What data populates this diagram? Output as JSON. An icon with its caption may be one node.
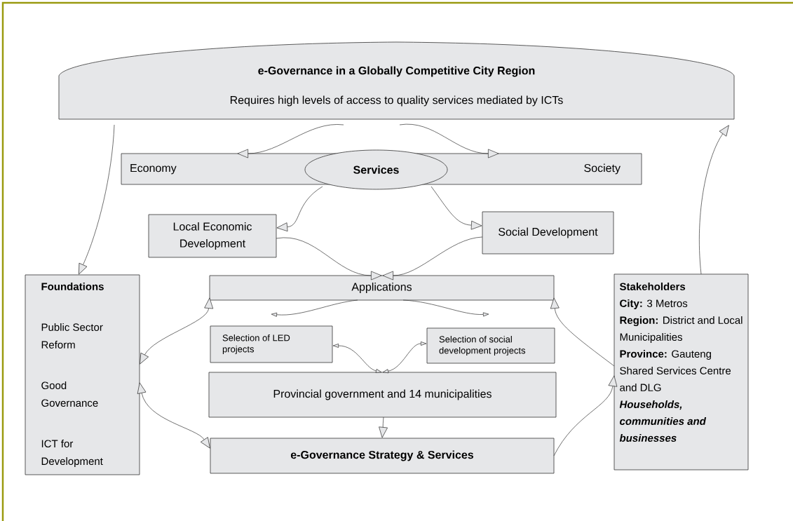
{
  "diagram": {
    "nodes": [
      {
        "text": [
          "e-Governance in a Globally Competitive City Region",
          "Requires high levels of access to quality services mediated by ICTs"
        ]
      },
      {
        "text": [
          "Economy",
          "Society"
        ]
      },
      {
        "text": [
          "Services"
        ]
      },
      {
        "text": [
          "Local Economic Development"
        ]
      },
      {
        "text": [
          "Social Development"
        ]
      },
      {
        "text": [
          "Applications"
        ]
      },
      {
        "text": [
          "Selection of LED projects"
        ]
      },
      {
        "text": [
          "Selection of social development projects"
        ]
      },
      {
        "text": [
          "Provincial government and 14 municipalities"
        ]
      },
      {
        "text": [
          "e-Governance Strategy & Services"
        ]
      },
      {
        "text": [
          "Foundations",
          "Public Sector Reform",
          "Good Governance",
          "ICT for Development"
        ]
      },
      {
        "text": [
          "Stakeholders",
          "**City:** 3 Metros",
          "**Region:** District and Local Municipalities",
          "**Province:** Gauteng Shared Services Centre and DLG",
          "Households, communities and businesses"
        ]
      }
    ],
    "edges": [
      {
        "from": 0,
        "to": 10,
        "arrow": "to"
      },
      {
        "from": 11,
        "to": 0,
        "arrow": "to"
      },
      {
        "from": 0,
        "to": 1,
        "arrow": "to"
      },
      {
        "from": 0,
        "to": 1,
        "arrow": "to"
      },
      {
        "from": 2,
        "to": 3,
        "arrow": "to"
      },
      {
        "from": 2,
        "to": 4,
        "arrow": "to"
      },
      {
        "from": 3,
        "to": 5,
        "arrow": "to"
      },
      {
        "from": 4,
        "to": 5,
        "arrow": "to"
      },
      {
        "from": 5,
        "to": null,
        "arrow": "to"
      },
      {
        "from": 5,
        "to": null,
        "arrow": "to"
      },
      {
        "from": 8,
        "to": 6,
        "arrow": "both"
      },
      {
        "from": 8,
        "to": 7,
        "arrow": "both"
      },
      {
        "from": 8,
        "to": 9,
        "arrow": "to"
      },
      {
        "from": 10,
        "to": 5,
        "arrow": "both"
      },
      {
        "from": 10,
        "to": 9,
        "arrow": "both"
      },
      {
        "from": 9,
        "to": 11,
        "arrow": "to"
      },
      {
        "from": 11,
        "to": 5,
        "arrow": "to"
      }
    ]
  }
}
